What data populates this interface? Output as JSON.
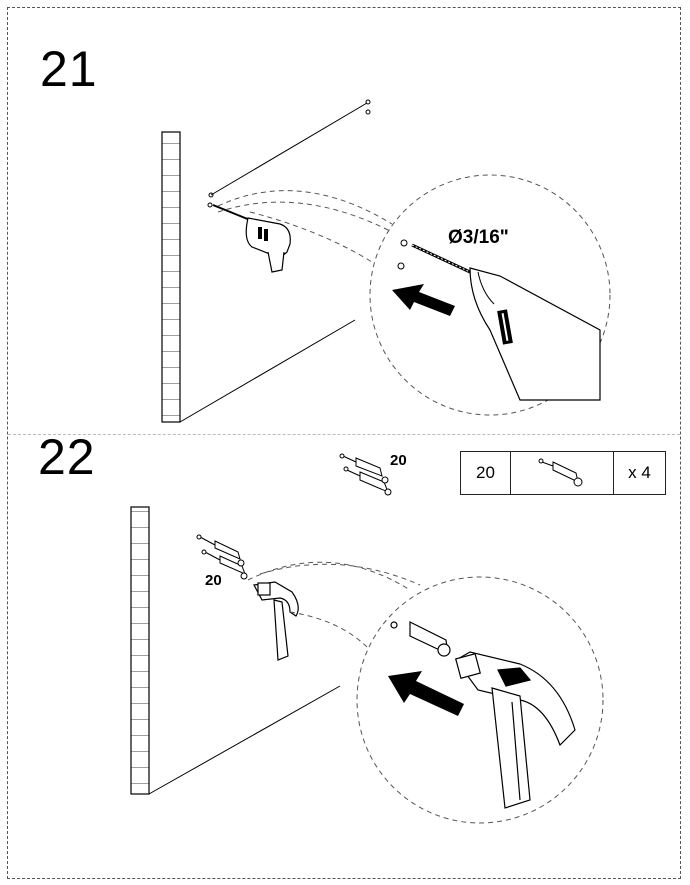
{
  "steps": [
    {
      "number": "21",
      "drill_size": "Ø3/16\""
    },
    {
      "number": "22",
      "part_label_near": "20",
      "part_label_wall": "20"
    }
  ],
  "parts_table": {
    "part_id": "20",
    "part_icon": "wall-anchor-icon",
    "quantity": "x 4"
  },
  "icons": [
    "drill-icon",
    "hammer-icon",
    "wall-anchor-icon",
    "push-arrow-icon",
    "screw-icon"
  ],
  "colors": {
    "line": "#000000",
    "dashed": "#555555",
    "background": "#ffffff"
  }
}
